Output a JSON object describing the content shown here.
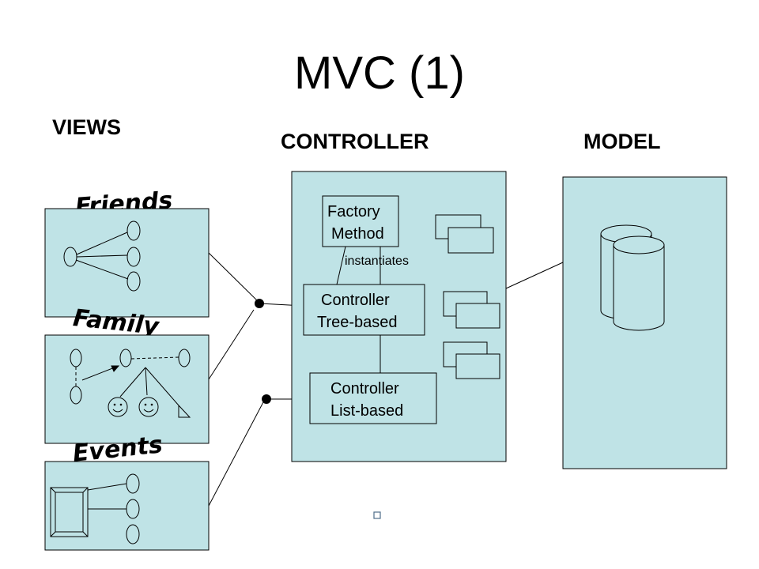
{
  "title": "MVC (1)",
  "sections": {
    "views": "VIEWS",
    "controller": "CONTROLLER",
    "model": "MODEL"
  },
  "views": {
    "friends": "Friends",
    "family": "Family",
    "events": "Events"
  },
  "controller": {
    "factory_line1": "Factory",
    "factory_line2": "Method",
    "instantiates": "instantiates",
    "tree_line1": "Controller",
    "tree_line2": "Tree-based",
    "list_line1": "Controller",
    "list_line2": "List-based"
  },
  "colors": {
    "panel_fill": "#bfe3e6",
    "stroke": "#000000"
  }
}
